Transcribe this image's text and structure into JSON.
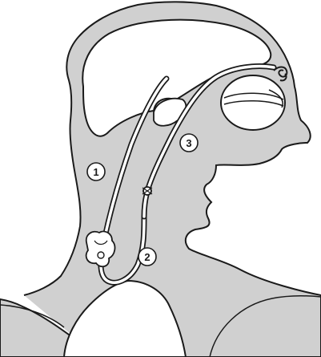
{
  "diagram": {
    "colors": {
      "background": "#ffffff",
      "fill": "#d0d0d0",
      "stroke": "#1a1a1a",
      "label_fill": "#ffffff"
    },
    "callouts": [
      {
        "id": "1",
        "text": "1"
      },
      {
        "id": "2",
        "text": "2"
      },
      {
        "id": "3",
        "text": "3"
      }
    ]
  }
}
